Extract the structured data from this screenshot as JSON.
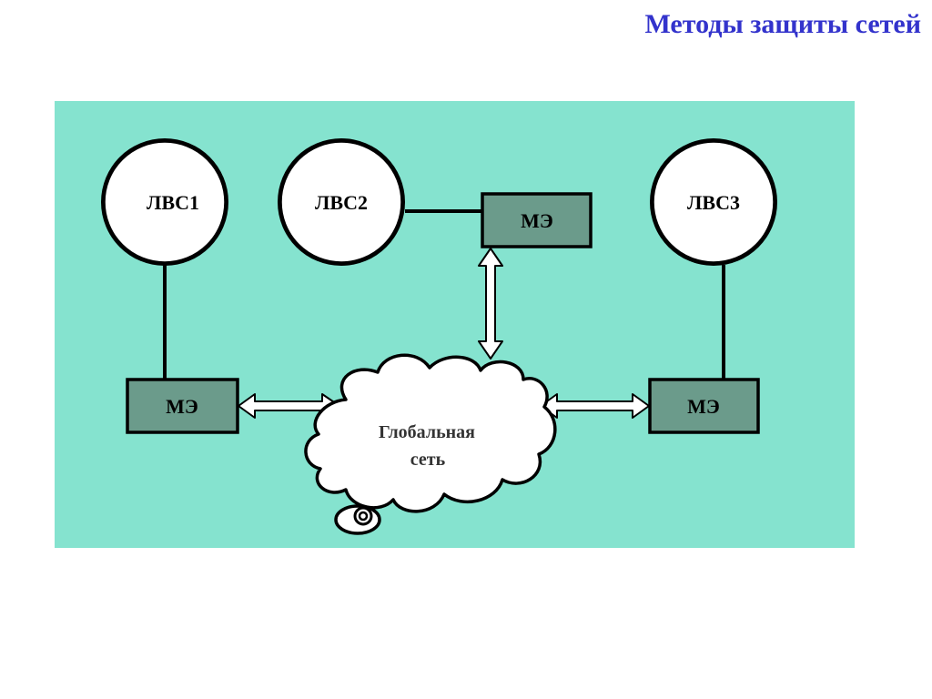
{
  "slide": {
    "title": "Методы защиты сетей"
  },
  "colors": {
    "title": "#3333cc",
    "panel_background": "#85e3cf",
    "firewall_fill": "#6b9b8b",
    "lan_fill": "#ffffff",
    "line": "#000000"
  },
  "diagram": {
    "lans": [
      {
        "id": "lan1",
        "label": "ЛВС1"
      },
      {
        "id": "lan2",
        "label": "ЛВС2"
      },
      {
        "id": "lan3",
        "label": "ЛВС3"
      }
    ],
    "firewalls": [
      {
        "id": "fw1",
        "label": "МЭ"
      },
      {
        "id": "fw2",
        "label": "МЭ"
      },
      {
        "id": "fw3",
        "label": "МЭ"
      }
    ],
    "global_network": {
      "label_line1": "Глобальная",
      "label_line2": "сеть"
    },
    "links": [
      {
        "from": "lan1",
        "to": "fw1",
        "kind": "wire"
      },
      {
        "from": "lan2",
        "to": "fw2",
        "kind": "wire"
      },
      {
        "from": "lan3",
        "to": "fw3",
        "kind": "wire"
      },
      {
        "from": "fw1",
        "to": "global_network",
        "kind": "bidirectional-arrow"
      },
      {
        "from": "fw2",
        "to": "global_network",
        "kind": "bidirectional-arrow"
      },
      {
        "from": "fw3",
        "to": "global_network",
        "kind": "bidirectional-arrow"
      }
    ]
  }
}
